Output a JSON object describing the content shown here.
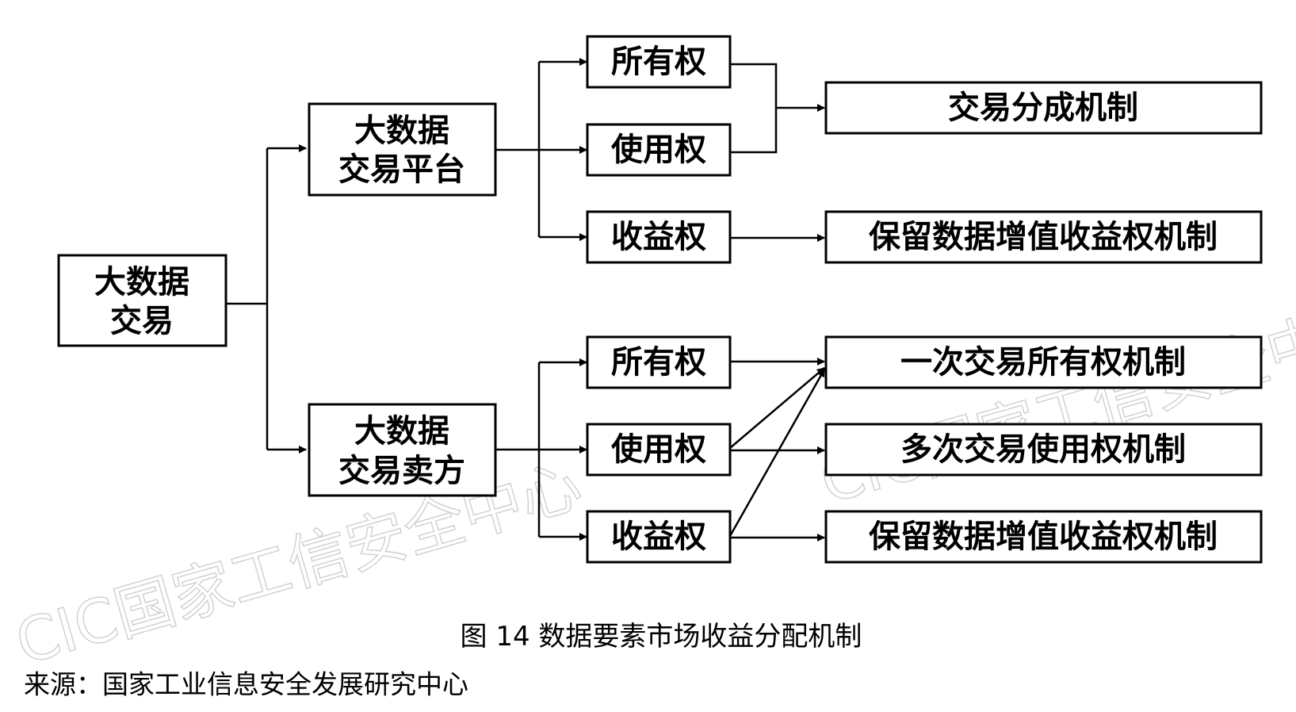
{
  "root": {
    "line1": "大数据",
    "line2": "交易"
  },
  "platform": {
    "title_line1": "大数据",
    "title_line2": "交易平台",
    "rights": [
      "所有权",
      "使用权",
      "收益权"
    ],
    "mechanisms": [
      "交易分成机制",
      "保留数据增值收益权机制"
    ]
  },
  "seller": {
    "title_line1": "大数据",
    "title_line2": "交易卖方",
    "rights": [
      "所有权",
      "使用权",
      "收益权"
    ],
    "mechanisms": [
      "一次交易所有权机制",
      "多次交易使用权机制",
      "保留数据增值收益权机制"
    ]
  },
  "caption": "图 14  数据要素市场收益分配机制",
  "source": "来源：国家工业信息安全发展研究中心",
  "watermark": [
    "CIC国家工信安全中心",
    "CIC国家工信安全中心"
  ]
}
